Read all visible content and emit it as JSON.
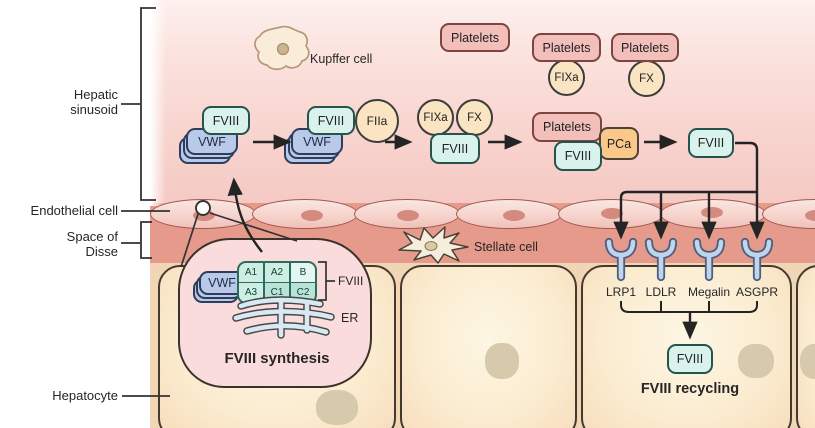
{
  "labels": {
    "hepatic_sinusoid_line1": "Hepatic",
    "hepatic_sinusoid_line2": "sinusoid",
    "endothelial_cell": "Endothelial cell",
    "space_of_disse_line1": "Space of",
    "space_of_disse_line2": "Disse",
    "hepatocyte": "Hepatocyte",
    "kupffer_cell": "Kupffer cell",
    "stellate_cell": "Stellate cell"
  },
  "platelet_pool": {
    "box1": "Platelets",
    "box2": "Platelets",
    "fixa": "FIXa",
    "box3": "Platelets",
    "fx": "FX"
  },
  "sinusoid_flow": {
    "step1": {
      "fviii": "FVIII",
      "vwf": "VWF"
    },
    "step2": {
      "fviii": "FVIII",
      "vwf": "VWF",
      "fiia": "FIIa"
    },
    "step3": {
      "fixa": "FIXa",
      "fx": "FX",
      "fviii": "FVIII"
    },
    "step4": {
      "platelets": "Platelets",
      "fviii": "FVIII",
      "pca": "PCa"
    },
    "step5": {
      "fviii": "FVIII"
    }
  },
  "synthesis": {
    "vwf": "VWF",
    "domains": [
      "A1",
      "A2",
      "B",
      "A3",
      "C1",
      "C2"
    ],
    "bracket_label": "FVIII",
    "er": "ER",
    "title": "FVIII synthesis"
  },
  "recycling": {
    "receptors": [
      "LRP1",
      "LDLR",
      "Megalin",
      "ASGPR"
    ],
    "fviii": "FVIII",
    "title": "FVIII recycling"
  },
  "colors": {
    "fviii_fill": "#d9f2ec",
    "fviii_border": "#26544d",
    "vwf_fill": "#b9c9e9",
    "vwf_border": "#2f3d5c",
    "platelets_fill": "#f2bfbb",
    "platelets_border": "#7d4540",
    "factor_circle_fill": "#fbe4c2",
    "pca_fill": "#fac888",
    "receptor_fill": "#c0d4ec",
    "receptor_border": "#4a5e80",
    "sinusoid_top": "#fdf0ee",
    "sinusoid_bottom": "#f5c9c3",
    "space_of_disse": "#e69a8c",
    "hepatocyte_fill": "#fdf2dc",
    "endothelial_fill": "#f8d8d2",
    "inset_fill": "#fbdcdc"
  }
}
